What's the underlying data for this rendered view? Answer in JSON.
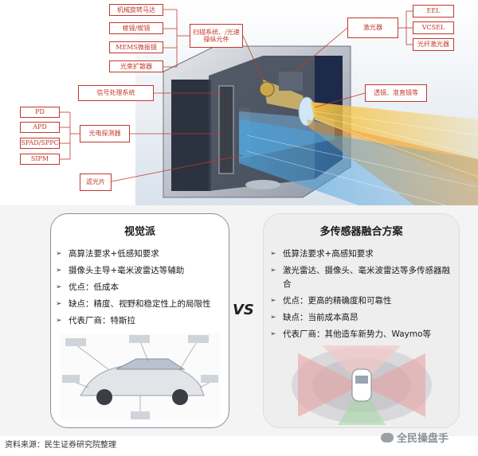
{
  "diagram": {
    "labels": {
      "mechanical_rotating_mirror": "机械旋转马达",
      "prism_wedge": "棱镜/楔镜",
      "mems_mirror": "MEMS微振镜",
      "beam_expander": "光束扩散器",
      "scan_system": "扫描系统、/光速操纵元件",
      "laser": "激光器",
      "eel": "EEL",
      "vcsel": "VCSEL",
      "fiber_laser": "光纤激光器",
      "signal_processing": "信号处理系统",
      "lens_collimator": "透镜、准直镜等",
      "pd": "PD",
      "apd": "APD",
      "spad_sppc": "SPAD/SPPC",
      "sipm": "SIPM",
      "photodetector": "光电探测器",
      "filter": "滤光片"
    }
  },
  "left_panel": {
    "title": "视觉派",
    "bullets": [
      "高算法要求+低感知要求",
      "摄像头主导+毫米波雷达等辅助",
      "优点：低成本",
      "缺点：精度、视野和稳定性上的局限性",
      "代表厂商：特斯拉"
    ]
  },
  "vs_label": "VS",
  "right_panel": {
    "title": "多传感器融合方案",
    "bullets": [
      "低算法要求+高感知要求",
      "激光雷达、摄像头、毫米波雷达等多传感器融合",
      "优点：更高的精确度和可靠性",
      "缺点：当前成本高昂",
      "代表厂商：其他造车新势力、Waymo等"
    ]
  },
  "footer": {
    "source": "资料来源：民生证券研究院整理",
    "watermark": "全民操盘手"
  },
  "colors": {
    "label_border": "#c0392b",
    "left_panel_border": "#8a8fa0",
    "right_panel_bg": "#eeeeee",
    "beam_yellow": "#f6c445",
    "beam_blue": "#4aa3df"
  }
}
